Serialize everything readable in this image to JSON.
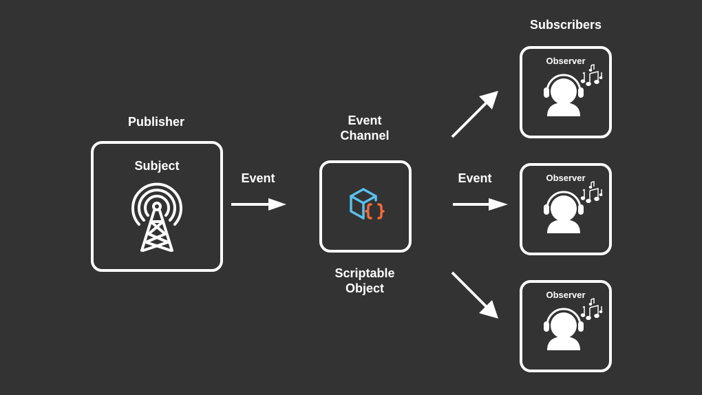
{
  "publisher": {
    "heading": "Publisher",
    "box_title": "Subject",
    "icon": "broadcast-tower-icon"
  },
  "event_channel": {
    "heading_line1": "Event",
    "heading_line2": "Channel",
    "caption_line1": "Scriptable",
    "caption_line2": "Object",
    "icon": "scriptable-object-cube-icon",
    "icon_colors": {
      "cube": "#5bc0eb",
      "braces": "#f26b3a"
    }
  },
  "arrows": {
    "left_label": "Event",
    "right_label": "Event"
  },
  "subscribers": {
    "heading": "Subscribers",
    "observers": [
      {
        "title": "Observer",
        "icon": "listener-headphones-icon"
      },
      {
        "title": "Observer",
        "icon": "listener-headphones-icon"
      },
      {
        "title": "Observer",
        "icon": "listener-headphones-icon"
      }
    ]
  },
  "colors": {
    "background": "#333333",
    "foreground": "#ffffff"
  }
}
